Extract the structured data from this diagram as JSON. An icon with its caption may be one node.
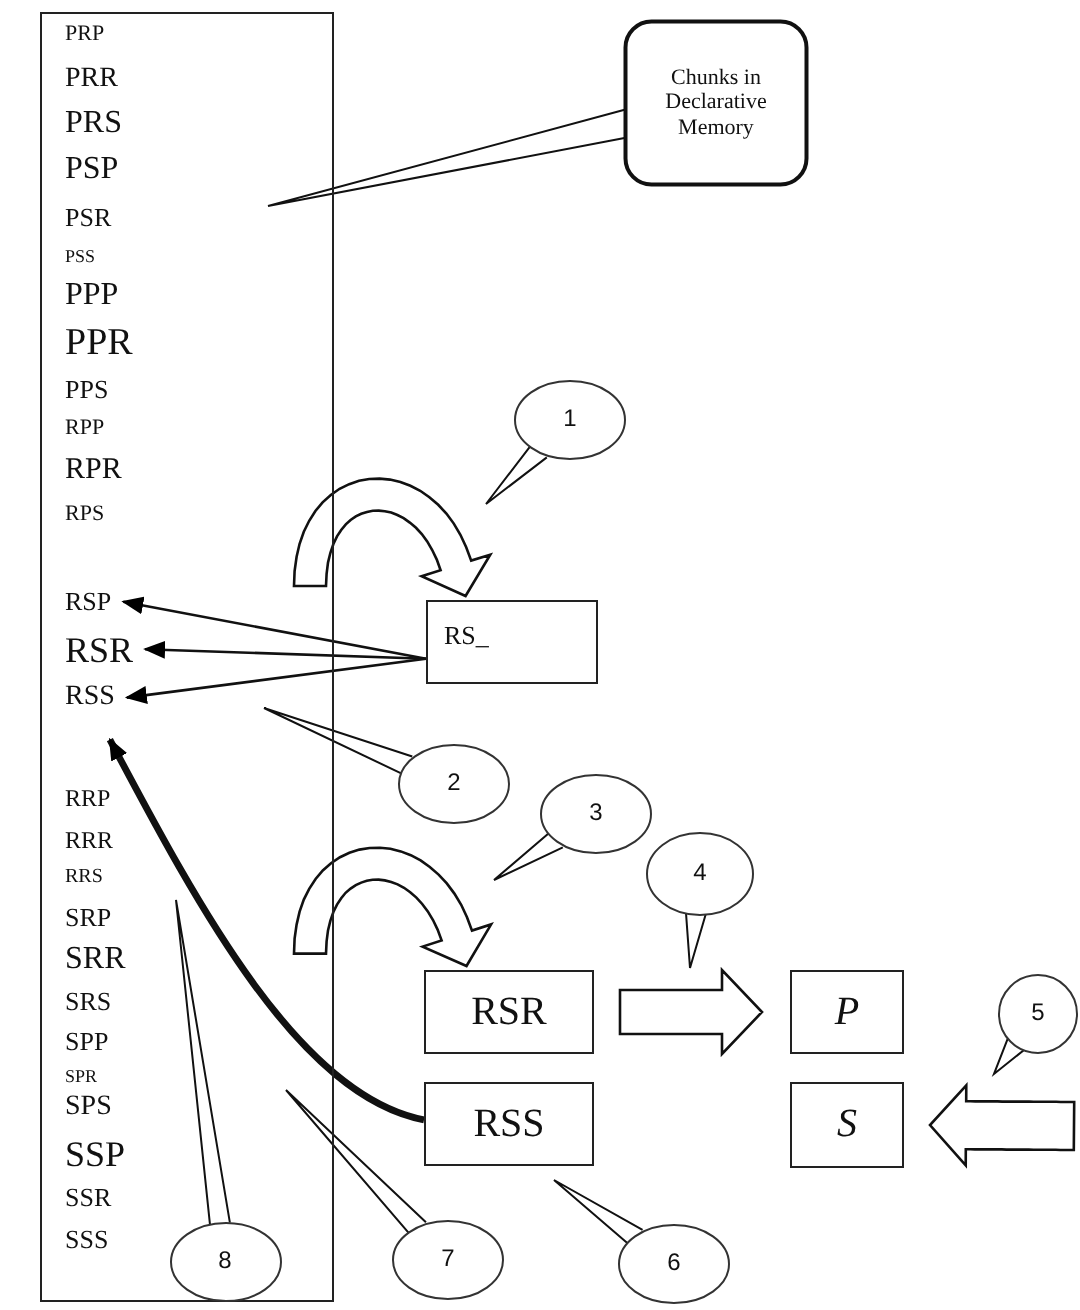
{
  "diagram": {
    "nodes": [
      {
        "text": [],
        "shape": "box"
      },
      {
        "text": [
          "PRP"
        ],
        "in": 0
      },
      {
        "text": [
          "PRR"
        ],
        "in": 0
      },
      {
        "text": [
          "PRS"
        ],
        "in": 0
      },
      {
        "text": [
          "PSP"
        ],
        "in": 0
      },
      {
        "text": [
          "PSR"
        ],
        "in": 0
      },
      {
        "text": [
          "PSS"
        ],
        "in": 0
      },
      {
        "text": [
          "PPP"
        ],
        "in": 0
      },
      {
        "text": [
          "PPR"
        ],
        "in": 0
      },
      {
        "text": [
          "PPS"
        ],
        "in": 0
      },
      {
        "text": [
          "RPP"
        ],
        "in": 0
      },
      {
        "text": [
          "RPR"
        ],
        "in": 0
      },
      {
        "text": [
          "RPS"
        ],
        "in": 0
      },
      {
        "text": [
          "RSP"
        ],
        "in": 0
      },
      {
        "text": [
          "RSR"
        ],
        "in": 0
      },
      {
        "text": [
          "RSS"
        ],
        "in": 0
      },
      {
        "text": [
          "RRP"
        ],
        "in": 0
      },
      {
        "text": [
          "RRR"
        ],
        "in": 0
      },
      {
        "text": [
          "RRS"
        ],
        "in": 0
      },
      {
        "text": [
          "SRP"
        ],
        "in": 0
      },
      {
        "text": [
          "SRR"
        ],
        "in": 0
      },
      {
        "text": [
          "SRS"
        ],
        "in": 0
      },
      {
        "text": [
          "SPP"
        ],
        "in": 0
      },
      {
        "text": [
          "SPR"
        ],
        "in": 0
      },
      {
        "text": [
          "SPS"
        ],
        "in": 0
      },
      {
        "text": [
          "SSP"
        ],
        "in": 0
      },
      {
        "text": [
          "SSR"
        ],
        "in": 0
      },
      {
        "text": [
          "SSS"
        ],
        "in": 0
      },
      {
        "text": [
          "Chunks in Declarative Memory"
        ]
      },
      {
        "text": [
          "RS_"
        ]
      },
      {
        "text": [
          "RSR"
        ]
      },
      {
        "text": [
          "RSS"
        ]
      },
      {
        "text": [
          "P"
        ]
      },
      {
        "text": [
          "S"
        ]
      },
      {
        "text": [
          "1"
        ]
      },
      {
        "text": [
          "2"
        ]
      },
      {
        "text": [
          "3"
        ]
      },
      {
        "text": [
          "4"
        ]
      },
      {
        "text": [
          "5"
        ]
      },
      {
        "text": [
          "6"
        ]
      },
      {
        "text": [
          "7"
        ]
      },
      {
        "text": [
          "8"
        ],
        "in": 0
      }
    ],
    "edges": [
      {
        "from": 29,
        "to": 13,
        "arrow": "to"
      },
      {
        "from": 29,
        "to": 14,
        "arrow": "to"
      },
      {
        "from": 29,
        "to": 15,
        "arrow": "to"
      },
      {
        "from": 31,
        "to": 15,
        "arrow": "to",
        "style": "thick"
      },
      {
        "from": 0,
        "to": 29,
        "arrow": "to",
        "style": "thick"
      },
      {
        "from": 0,
        "to": 30,
        "arrow": "to",
        "style": "thick"
      },
      {
        "from": 30,
        "to": 32,
        "arrow": "to",
        "style": "thick"
      },
      {
        "from": null,
        "to": 33,
        "arrow": "to",
        "style": "thick"
      }
    ]
  }
}
